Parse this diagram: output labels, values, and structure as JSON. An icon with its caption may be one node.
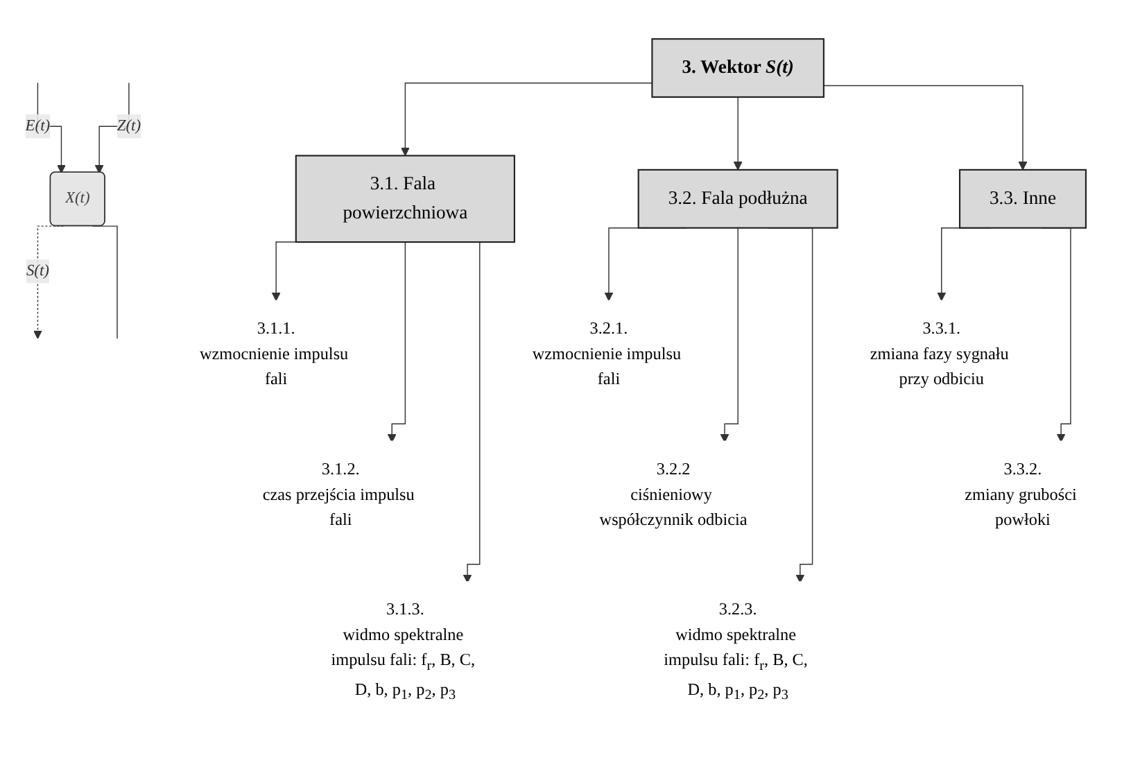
{
  "diagram": {
    "nodes": [
      {
        "text": [
          "3. Wektor *S(t)*"
        ]
      },
      {
        "text": [
          "3.1. Fala powierzchniowa"
        ]
      },
      {
        "text": [
          "3.2. Fala podłużna"
        ]
      },
      {
        "text": [
          "3.3. Inne"
        ]
      },
      {
        "text": [
          "3.1.1.",
          "wzmocnienie impulsu fali"
        ]
      },
      {
        "text": [
          "3.1.2.",
          "czas przejścia impulsu fali"
        ]
      },
      {
        "text": [
          "3.1.3.",
          "widmo spektralne impulsu fali: f$_{r}$, B, C, D, b, p$_{1}$, p$_{2}$, p$_{3}$"
        ]
      },
      {
        "text": [
          "3.2.1.",
          "wzmocnienie impulsu fali"
        ]
      },
      {
        "text": [
          "3.2.2",
          "ciśnieniowy współczynnik odbicia"
        ]
      },
      {
        "text": [
          "3.2.3.",
          "widmo spektralne impulsu fali: f$_{r}$, B, C, D, b, p$_{1}$, p$_{2}$, p$_{3}$"
        ]
      },
      {
        "text": [
          "3.3.1.",
          "zmiana fazy sygnału przy odbiciu"
        ]
      },
      {
        "text": [
          "3.3.2.",
          "zmiany grubości powłoki"
        ]
      },
      {
        "text": [
          "*X(t)*"
        ]
      }
    ],
    "edges": [
      {
        "from": 0,
        "to": 1,
        "arrow": "to"
      },
      {
        "from": 0,
        "to": 2,
        "arrow": "to"
      },
      {
        "from": 0,
        "to": 3,
        "arrow": "to"
      },
      {
        "from": 1,
        "to": 4,
        "arrow": "to"
      },
      {
        "from": 1,
        "to": 5,
        "arrow": "to"
      },
      {
        "from": 1,
        "to": 6,
        "arrow": "to"
      },
      {
        "from": 2,
        "to": 7,
        "arrow": "to"
      },
      {
        "from": 2,
        "to": 8,
        "arrow": "to"
      },
      {
        "from": 2,
        "to": 9,
        "arrow": "to"
      },
      {
        "from": 3,
        "to": 10,
        "arrow": "to"
      },
      {
        "from": 3,
        "to": 11,
        "arrow": "to"
      },
      {
        "from": null,
        "to": 12,
        "arrow": "to",
        "label": "*E(t)*"
      },
      {
        "from": null,
        "to": 12,
        "arrow": "to",
        "label": "*Z(t)*"
      },
      {
        "from": 12,
        "to": null,
        "arrow": "to",
        "label": "*S(t)*",
        "style": "dashed"
      },
      {
        "from": 12,
        "to": null,
        "arrow": "none"
      }
    ]
  }
}
